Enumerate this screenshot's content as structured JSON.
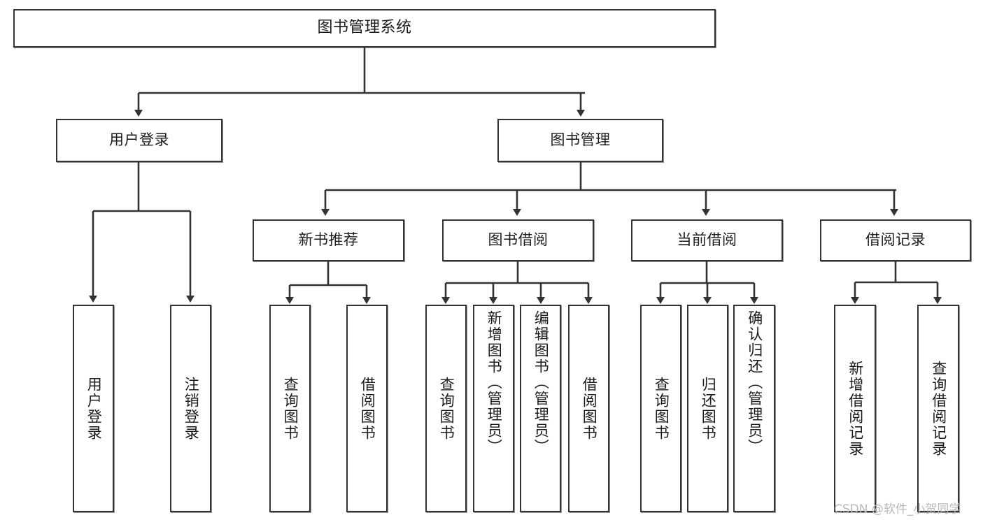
{
  "diagram": {
    "title": "图书管理系统",
    "type": "tree-hierarchy-chart",
    "watermark": "CSDN @软件_小贺同学",
    "colors": {
      "node_border": "#333333",
      "node_fill": "#ffffff",
      "edge": "#333333",
      "text": "#1b1b1b",
      "watermark": "#b9b9b9",
      "background": "#ffffff"
    },
    "nodes": {
      "root": {
        "label": "图书管理系统"
      },
      "level2": [
        {
          "label": "用户登录"
        },
        {
          "label": "图书管理"
        }
      ],
      "level3": [
        {
          "label": "新书推荐"
        },
        {
          "label": "图书借阅"
        },
        {
          "label": "当前借阅"
        },
        {
          "label": "借阅记录"
        }
      ],
      "leaves": {
        "user_login": [
          {
            "label": "用户登录"
          },
          {
            "label": "注销登录"
          }
        ],
        "new_book_recommend": [
          {
            "label": "查询图书"
          },
          {
            "label": "借阅图书"
          }
        ],
        "book_borrow": [
          {
            "label": "查询图书"
          },
          {
            "label": "新增图书（管理员）"
          },
          {
            "label": "编辑图书（管理员）"
          },
          {
            "label": "借阅图书"
          }
        ],
        "current_borrow": [
          {
            "label": "查询图书"
          },
          {
            "label": "归还图书"
          },
          {
            "label": "确认归还（管理员）"
          }
        ],
        "borrow_record": [
          {
            "label": "新增借阅记录"
          },
          {
            "label": "查询借阅记录"
          }
        ]
      }
    }
  }
}
